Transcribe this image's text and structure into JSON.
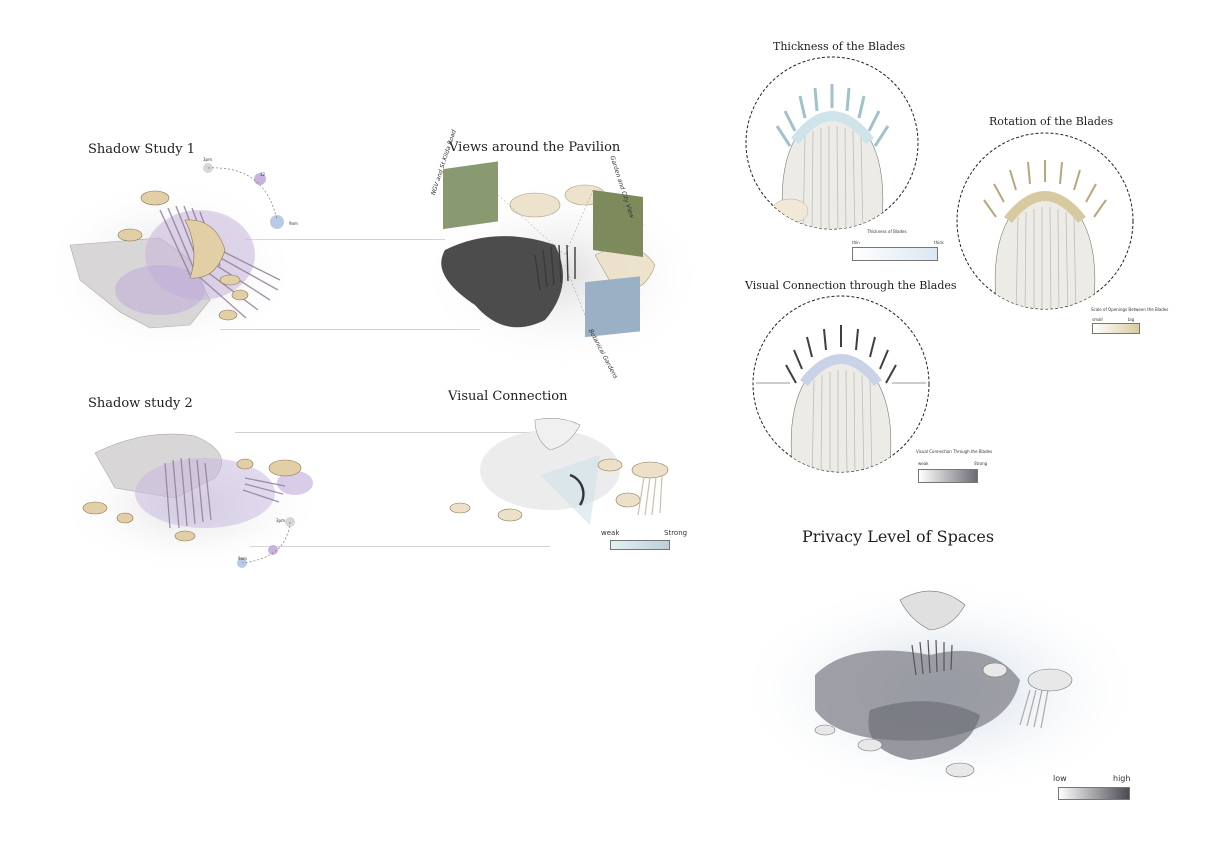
{
  "panels": {
    "shadow1": {
      "title": "Shadow Study 1",
      "time_labels": [
        "3pm",
        "12",
        "9am"
      ]
    },
    "shadow2": {
      "title": "Shadow study 2",
      "time_labels": [
        "3pm",
        "9am"
      ]
    },
    "views": {
      "title": "Views around the Pavilion",
      "photo_labels": [
        "NGV and St.Kilda Road",
        "Garden and City View",
        "Botanical Gardens"
      ]
    },
    "visual": {
      "title": "Visual Connection",
      "legend": {
        "low": "weak",
        "high": "Strong"
      }
    },
    "thickness": {
      "title": "Thickness of the Blades",
      "legend": {
        "caption": "Thickness of Blades",
        "low": "thin",
        "high": "thick"
      }
    },
    "rotation": {
      "title": "Rotation of the Blades",
      "legend": {
        "caption": "Scale of Openings Between the Blades",
        "low": "small",
        "high": "big"
      }
    },
    "through": {
      "title": "Visual Connection through the Blades",
      "legend": {
        "caption": "Visual Connection Through the Blades",
        "low": "weak",
        "high": "Strong"
      }
    },
    "privacy": {
      "title": "Privacy Level of Spaces",
      "legend": {
        "low": "low",
        "high": "high"
      }
    }
  },
  "colors": {
    "shadow_purple": "#b9a3d6",
    "timber": "#e3cfa6",
    "blue_tint": "#cfe3ea",
    "gold_tint": "#d8caa0",
    "grey_dark": "#4c4c4c",
    "dot_grey": "#9aa2a8"
  }
}
